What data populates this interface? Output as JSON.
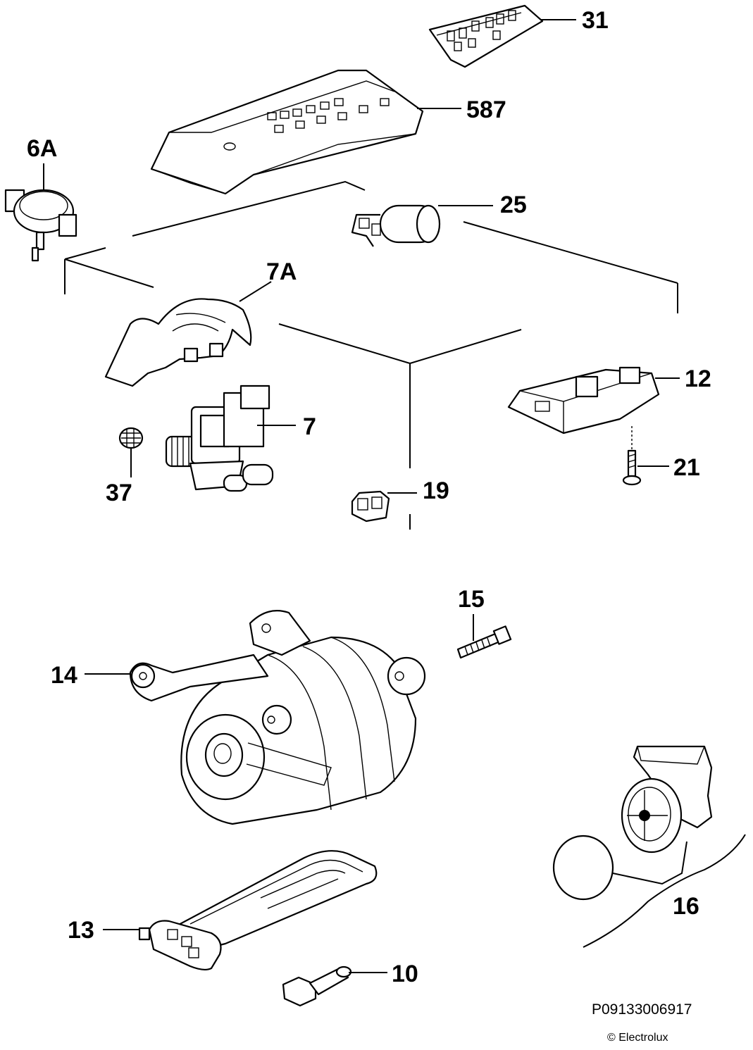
{
  "labels": {
    "p31": "31",
    "p587": "587",
    "p6a": "6A",
    "p25": "25",
    "p7a": "7A",
    "p12": "12",
    "p7": "7",
    "p37": "37",
    "p19": "19",
    "p21": "21",
    "p15": "15",
    "p14": "14",
    "p16": "16",
    "p13": "13",
    "p10": "10"
  },
  "footer": {
    "reference": "P09133006917",
    "copyright": "© Electrolux"
  }
}
